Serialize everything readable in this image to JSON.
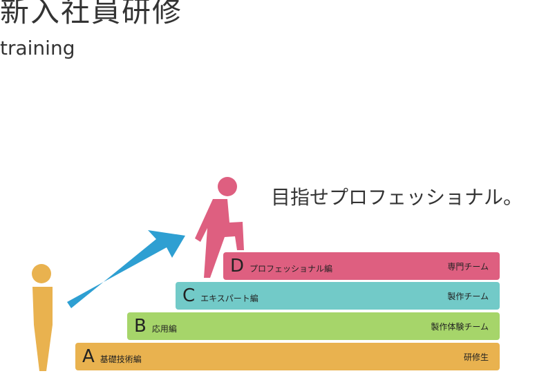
{
  "header": {
    "title": "新入社員研修",
    "subtitle": "training"
  },
  "tagline": "目指せプロフェッショナル。",
  "colors": {
    "step_a": "#e9b24f",
    "step_b": "#a6d56a",
    "step_c": "#72cac8",
    "step_d": "#de5f80",
    "arrow": "#2e9fd2",
    "person_beginner": "#e9b24f",
    "person_pro": "#de5f80"
  },
  "steps": [
    {
      "letter": "A",
      "name": "基礎技術編",
      "team": "研修生"
    },
    {
      "letter": "B",
      "name": "応用編",
      "team": "製作体験チーム"
    },
    {
      "letter": "C",
      "name": "エキスパート編",
      "team": "製作チーム"
    },
    {
      "letter": "D",
      "name": "プロフェッショナル編",
      "team": "専門チーム"
    }
  ]
}
